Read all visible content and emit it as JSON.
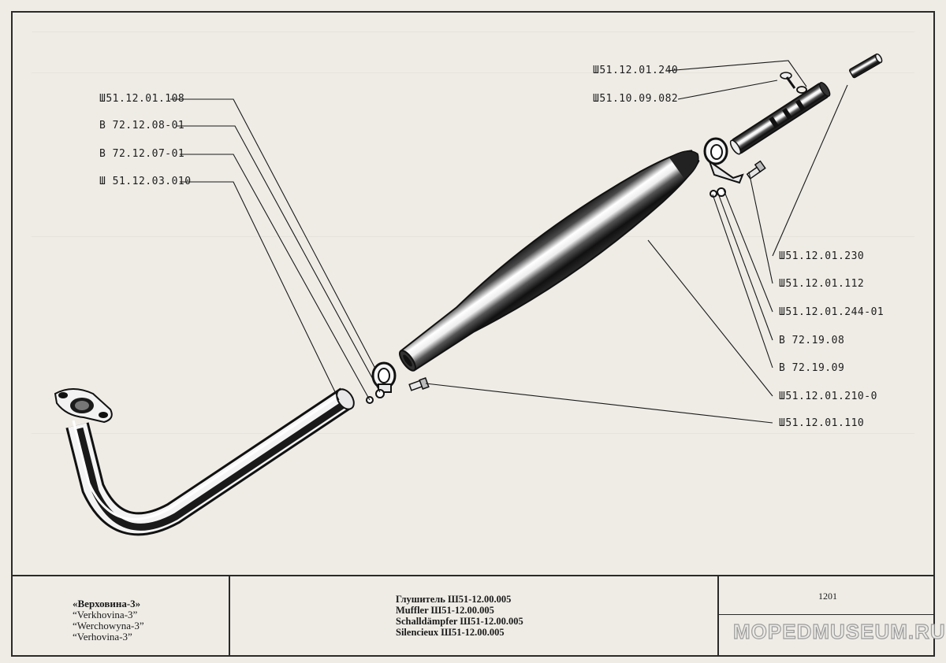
{
  "part_labels": [
    {
      "id": "p1",
      "text": "Ш51.12.01.240"
    },
    {
      "id": "p2",
      "text": "Ш51.10.09.082"
    },
    {
      "id": "p3",
      "text": "Ш51.12.01.108"
    },
    {
      "id": "p4",
      "text": "В 72.12.08-01"
    },
    {
      "id": "p5",
      "text": "В 72.12.07-01"
    },
    {
      "id": "p6",
      "text": "Ш 51.12.03.010"
    },
    {
      "id": "p7",
      "text": "Ш51.12.01.230"
    },
    {
      "id": "p8",
      "text": "Ш51.12.01.112"
    },
    {
      "id": "p9",
      "text": "Ш51.12.01.244-01"
    },
    {
      "id": "p10",
      "text": "В 72.19.08"
    },
    {
      "id": "p11",
      "text": "В 72.19.09"
    },
    {
      "id": "p12",
      "text": "Ш51.12.01.210-0"
    },
    {
      "id": "p13",
      "text": "Ш51.12.01.110"
    }
  ],
  "title_block": {
    "model": [
      "«Верховина-3»",
      "“Verkhovina-3”",
      "“Werchowyna-3”",
      "“Verhovina-3”"
    ],
    "description": [
      "Глушитель Ш51-12.00.005",
      "Muffler Ш51-12.00.005",
      "Schalldämpfer Ш51-12.00.005",
      "Silencieux Ш51-12.00.005"
    ],
    "page_number": "1201"
  },
  "watermark": "MOPEDMUSEUM.RU",
  "colors": {
    "paper": "#efece6",
    "ink": "#1a1a1a"
  }
}
